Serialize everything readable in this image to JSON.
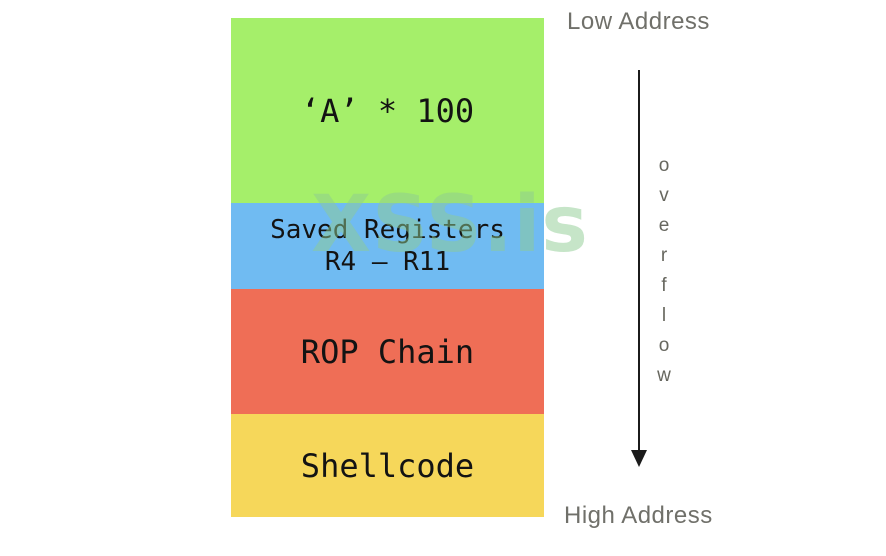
{
  "diagram": {
    "stack_blocks": [
      {
        "id": "buffer-fill",
        "lines": [
          "‘A’ * 100"
        ],
        "color": "#a5ef6a"
      },
      {
        "id": "saved-registers",
        "lines": [
          "Saved Registers",
          "R4 – R11"
        ],
        "color": "#70bbf2"
      },
      {
        "id": "rop-chain",
        "lines": [
          "ROP Chain"
        ],
        "color": "#ef6e56"
      },
      {
        "id": "shellcode",
        "lines": [
          "Shellcode"
        ],
        "color": "#f6d75a"
      }
    ],
    "labels": {
      "low_address": "Low Address",
      "high_address": "High Address"
    },
    "overflow_word": {
      "letters": [
        "o",
        "v",
        "e",
        "r",
        "f",
        "l",
        "o",
        "w"
      ]
    },
    "watermark_text": "XSS.is",
    "colors": {
      "block_text": "#131313",
      "label_gray": "#70706a",
      "overflow_gray": "#67675f",
      "arrow": "#1b1b1b",
      "watermark": "rgba(141, 203, 146, 0.5)"
    }
  }
}
